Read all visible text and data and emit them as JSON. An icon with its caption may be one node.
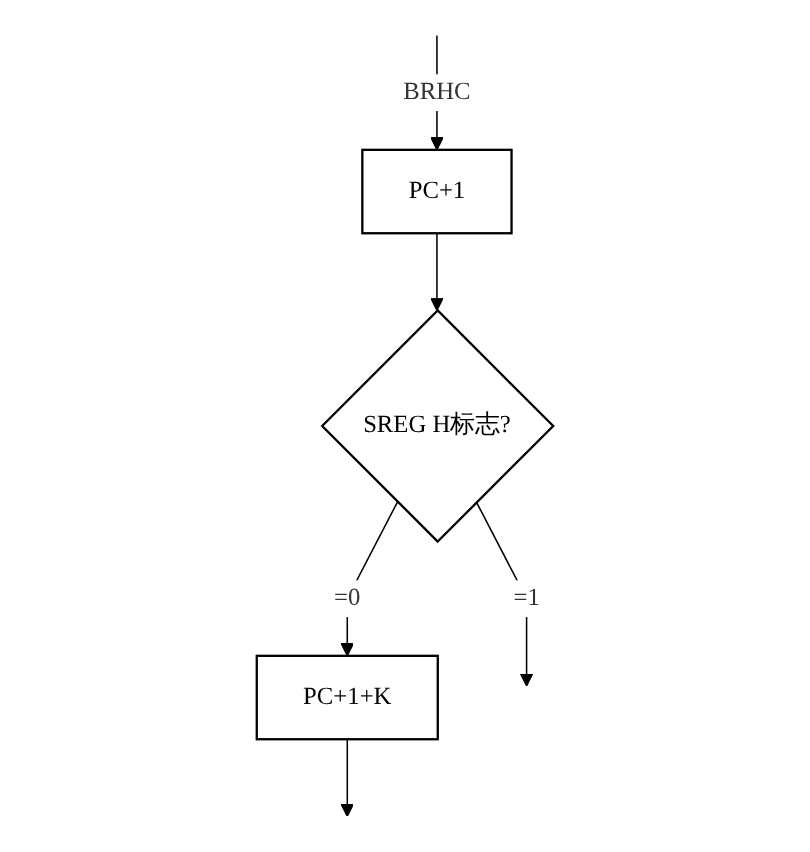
{
  "diagram": {
    "nodes": [
      {
        "text": [
          "PC+1"
        ]
      },
      {
        "text": [
          "SREG H标志?"
        ]
      },
      {
        "text": [
          "PC+1+K"
        ]
      }
    ],
    "edges": [
      {
        "from": null,
        "to": 0,
        "arrow": "to",
        "label": "BRHC"
      },
      {
        "from": 0,
        "to": 1,
        "arrow": "to"
      },
      {
        "from": 1,
        "to": 2,
        "arrow": "to",
        "label": "=0"
      },
      {
        "from": 1,
        "to": null,
        "arrow": "to",
        "label": "=1"
      },
      {
        "from": 2,
        "to": null,
        "arrow": "to"
      }
    ]
  }
}
